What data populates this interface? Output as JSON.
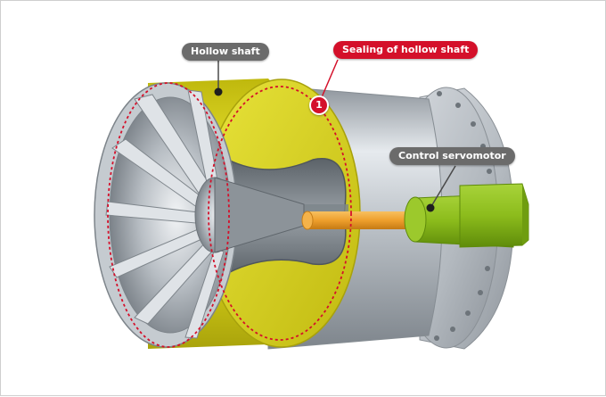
{
  "labels": {
    "hollow_shaft": "Hollow shaft",
    "sealing": "Sealing of hollow shaft",
    "servomotor": "Control servomotor",
    "marker_number": "1"
  },
  "colors": {
    "shaft_yellow": "#d8d21a",
    "housing_gray": "#b8bec4",
    "servomotor_green": "#8fbf1f",
    "rod_orange": "#f0a030",
    "highlight_red": "#d4102a",
    "label_gray": "#6b6b6b"
  }
}
